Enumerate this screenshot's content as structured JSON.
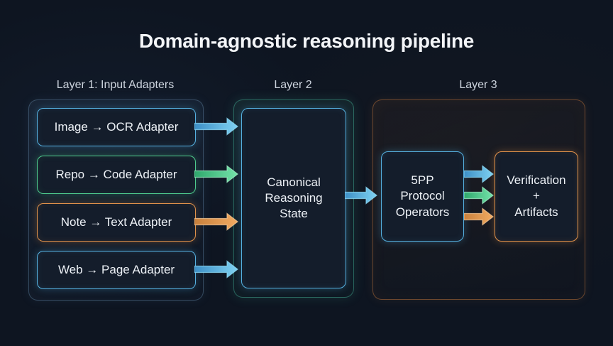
{
  "title": "Domain-agnostic reasoning pipeline",
  "palette": {
    "background": "#0e1521",
    "title_color": "#f3f5f8",
    "label_color": "#ccd3dd",
    "blue_accent": "#55b0e0",
    "green_accent": "#4ecb8d",
    "orange_accent": "#e0914a"
  },
  "layers": {
    "layer1": {
      "label": "Layer 1: Input Adapters",
      "boxes": [
        {
          "label": "Image → OCR Adapter",
          "accent": "#55b0e0"
        },
        {
          "label": "Repo → Code Adapter",
          "accent": "#4ecb8d"
        },
        {
          "label": "Note → Text Adapter",
          "accent": "#e0914a"
        },
        {
          "label": "Web → Page Adapter",
          "accent": "#55b0e0"
        }
      ]
    },
    "layer2": {
      "label": "Layer 2",
      "box": {
        "label": "Canonical\nReasoning\nState",
        "accent": "#55b0e0"
      }
    },
    "layer3": {
      "label": "Layer 3",
      "boxes": [
        {
          "label": "5PP\nProtocol\nOperators",
          "accent": "#55b0e0"
        },
        {
          "label": "Verification\n+\nArtifacts",
          "accent": "#e0914a"
        }
      ]
    }
  },
  "arrows": [
    {
      "name": "image-adapter-to-state",
      "color": "blue"
    },
    {
      "name": "repo-adapter-to-state",
      "color": "green"
    },
    {
      "name": "note-adapter-to-state",
      "color": "orange"
    },
    {
      "name": "web-adapter-to-state",
      "color": "blue"
    },
    {
      "name": "state-to-operators",
      "color": "blue"
    },
    {
      "name": "operators-to-verification-top",
      "color": "blue"
    },
    {
      "name": "operators-to-verification-middle",
      "color": "green"
    },
    {
      "name": "operators-to-verification-bottom",
      "color": "orange"
    }
  ]
}
